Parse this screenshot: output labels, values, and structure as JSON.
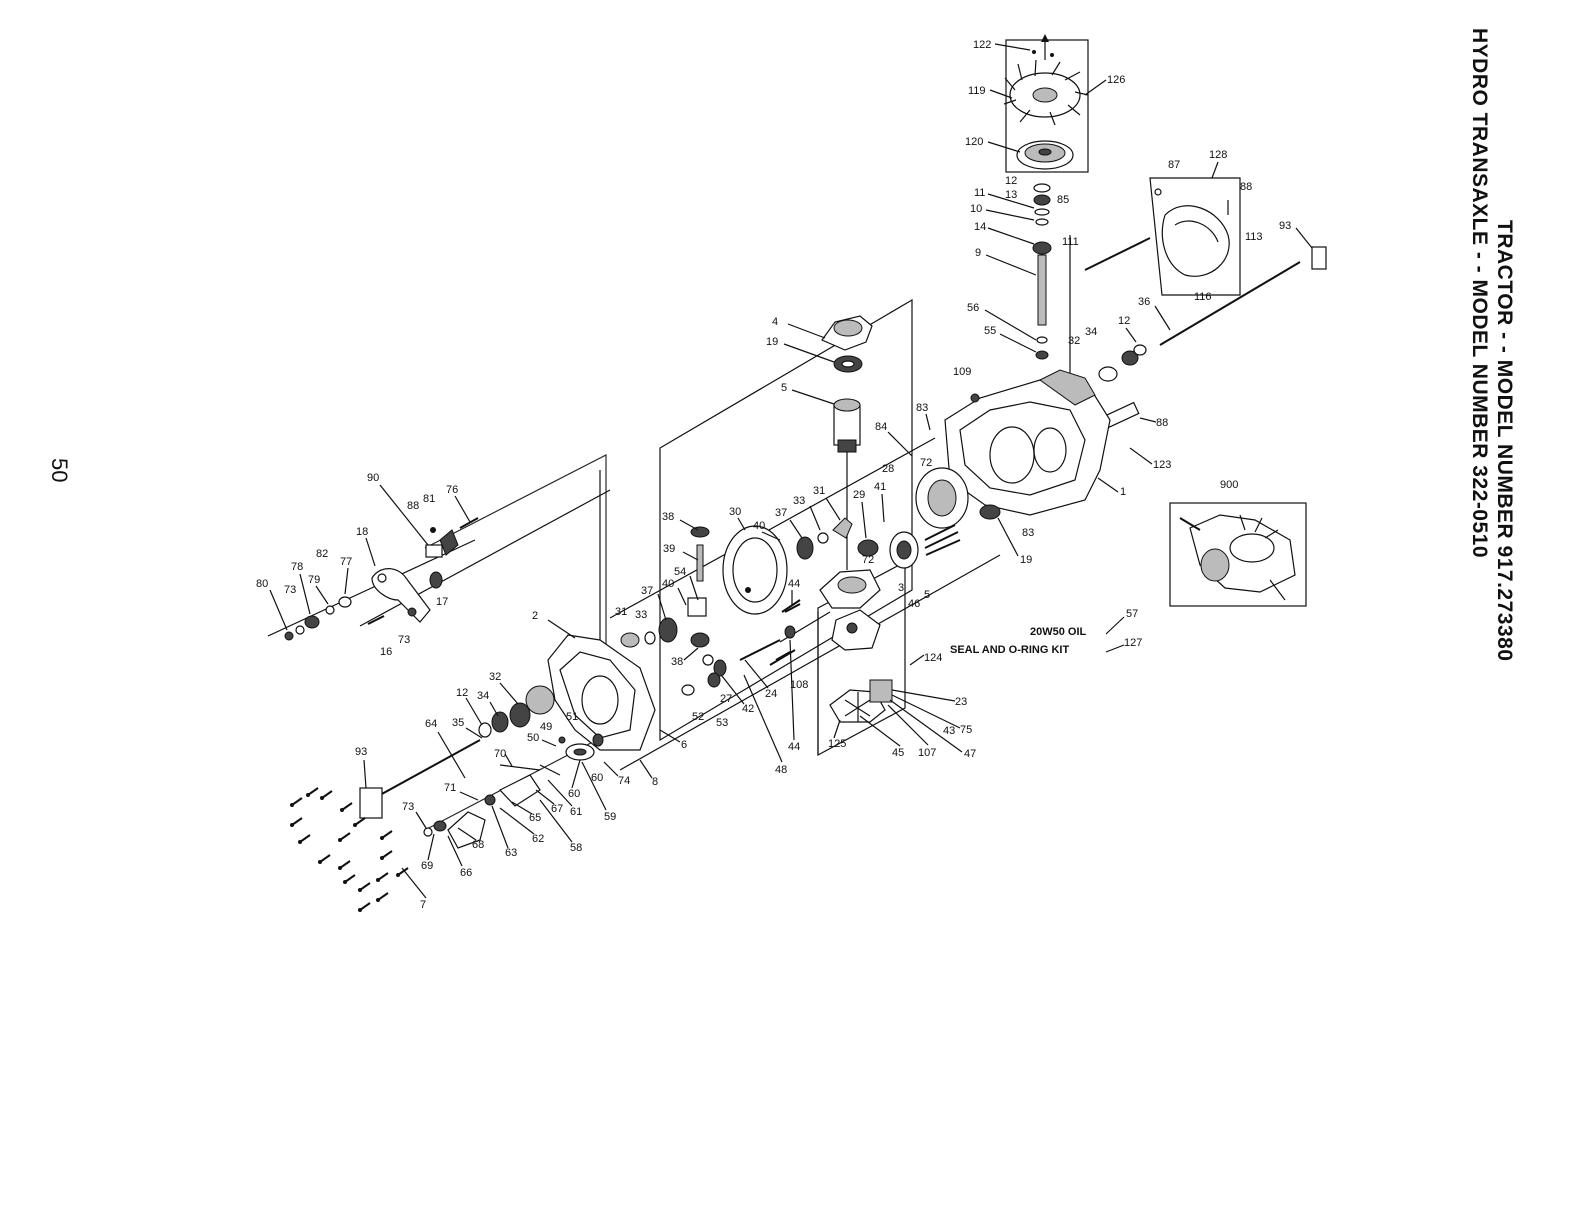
{
  "header": {
    "line1": "TRACTOR - - MODEL NUMBER  917.273380",
    "line2": "HYDRO TRANSAXLE - - MODEL NUMBER 322-0510"
  },
  "page_number": "50",
  "notes": {
    "oil": "20W50 OIL",
    "seal_kit": "SEAL AND O-RING KIT"
  },
  "part_labels": [
    "122",
    "119",
    "126",
    "120",
    "12",
    "13",
    "85",
    "11",
    "10",
    "14",
    "9",
    "87",
    "128",
    "88",
    "113",
    "93",
    "111",
    "116",
    "36",
    "56",
    "55",
    "32",
    "34",
    "12",
    "109",
    "83",
    "4",
    "19",
    "5",
    "84",
    "88",
    "123",
    "28",
    "72",
    "1",
    "83",
    "19",
    "900",
    "90",
    "88",
    "81",
    "76",
    "18",
    "82",
    "77",
    "78",
    "79",
    "80",
    "73",
    "17",
    "73",
    "16",
    "38",
    "30",
    "40",
    "37",
    "33",
    "31",
    "29",
    "41",
    "39",
    "54",
    "37",
    "40",
    "44",
    "72",
    "3",
    "46",
    "5",
    "31",
    "33",
    "2",
    "38",
    "27",
    "42",
    "24",
    "108",
    "57",
    "127",
    "124",
    "32",
    "12",
    "34",
    "35",
    "64",
    "49",
    "51",
    "50",
    "52",
    "53",
    "44",
    "48",
    "125",
    "23",
    "75",
    "43",
    "47",
    "107",
    "45",
    "6",
    "93",
    "70",
    "71",
    "60",
    "74",
    "8",
    "60",
    "59",
    "73",
    "65",
    "67",
    "61",
    "62",
    "68",
    "63",
    "58",
    "69",
    "66",
    "7"
  ]
}
